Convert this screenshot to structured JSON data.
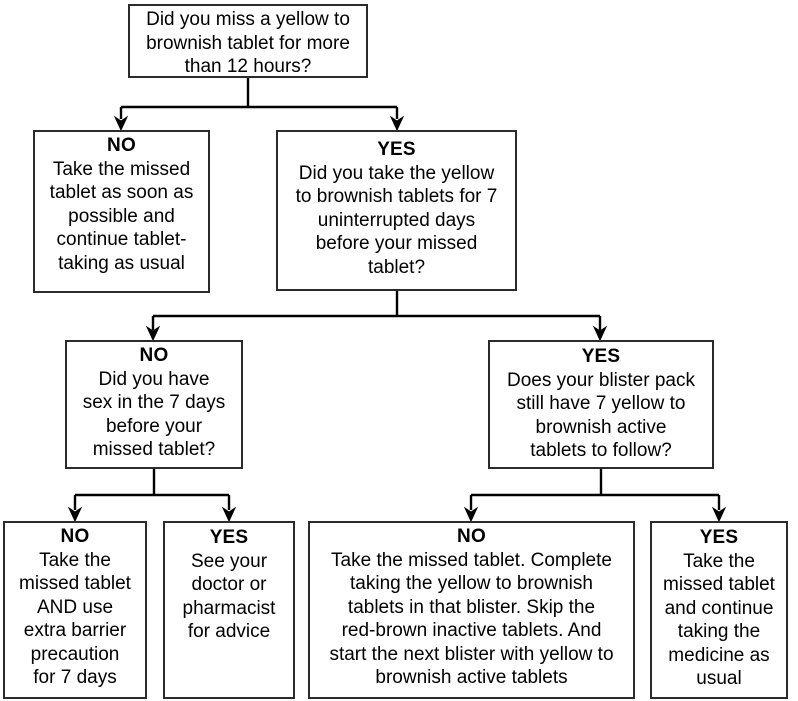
{
  "colors": {
    "background": "#ffffff",
    "box_border": "#2b2b2b",
    "text": "#000000",
    "connector_line": "#000000"
  },
  "nodes": {
    "missed_12h_question": {
      "text": "Did you miss a yellow to\nbrownish tablet for more\nthan 12 hours?"
    },
    "no_take_asap": {
      "label": "NO",
      "text": "Take the missed\ntablet as soon as\npossible and\ncontinue tablet-\ntaking as usual"
    },
    "yes_7days_question": {
      "label": "YES",
      "text": "Did you take the yellow\nto brownish tablets for 7\nuninterrupted days\nbefore your missed\ntablet?"
    },
    "no_sex_question": {
      "label": "NO",
      "text": "Did you have\nsex in the 7 days\nbefore your\nmissed tablet?"
    },
    "yes_blister_question": {
      "label": "YES",
      "text": "Does your blister pack\nstill have 7 yellow to\nbrownish active\ntablets to follow?"
    },
    "no_barrier_precaution": {
      "label": "NO",
      "text": "Take the\nmissed tablet\nAND use\nextra barrier\nprecaution\nfor 7 days"
    },
    "yes_see_doctor": {
      "label": "YES",
      "text": "See your\ndoctor or\npharmacist\nfor advice"
    },
    "no_complete_blister": {
      "label": "NO",
      "text": "Take the missed tablet. Complete\ntaking the yellow to brownish\ntablets in that blister. Skip the\nred-brown inactive tablets. And\nstart the next blister with yellow to\nbrownish active tablets"
    },
    "yes_continue_usual": {
      "label": "YES",
      "text": "Take the\nmissed tablet\nand continue\ntaking the\nmedicine as\nusual"
    }
  },
  "edges": [
    {
      "from": "missed_12h_question",
      "to": "no_take_asap"
    },
    {
      "from": "missed_12h_question",
      "to": "yes_7days_question"
    },
    {
      "from": "yes_7days_question",
      "to": "no_sex_question"
    },
    {
      "from": "yes_7days_question",
      "to": "yes_blister_question"
    },
    {
      "from": "no_sex_question",
      "to": "no_barrier_precaution"
    },
    {
      "from": "no_sex_question",
      "to": "yes_see_doctor"
    },
    {
      "from": "yes_blister_question",
      "to": "no_complete_blister"
    },
    {
      "from": "yes_blister_question",
      "to": "yes_continue_usual"
    }
  ]
}
